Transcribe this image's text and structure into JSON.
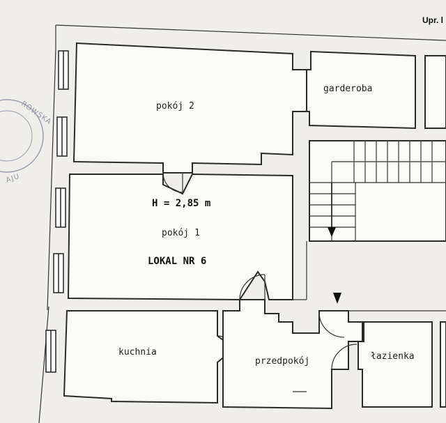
{
  "header": {
    "top_right_label": "Upr. l"
  },
  "rooms": {
    "pokoj2": "pokój 2",
    "garderoba": "garderoba",
    "pokoj1": "pokój 1",
    "kuchnia": "kuchnia",
    "przedpokoj": "przedpokój",
    "lazienka": "łazienka"
  },
  "annotations": {
    "height": "H = 2,85 m",
    "unit": "LOKAL NR 6"
  },
  "stamp": {
    "text": "...ROWSKA ... AJU"
  }
}
